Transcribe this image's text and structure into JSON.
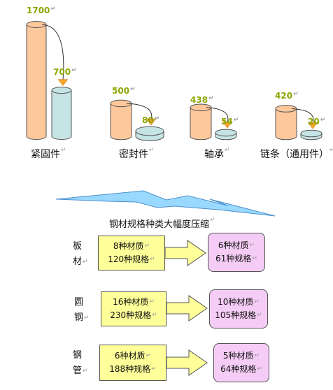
{
  "chart_data": {
    "type": "bar",
    "categories": [
      "紧固件",
      "密封件",
      "轴承",
      "链条（通用件）"
    ],
    "series": [
      {
        "values": [
          1700,
          500,
          438,
          420
        ]
      },
      {
        "values": [
          700,
          80,
          54,
          20
        ]
      }
    ],
    "colors": {
      "before": "#fdc89b",
      "after": "#c6e4e5",
      "arrowhead": "#f7a52b",
      "number": "#8aa800"
    }
  },
  "banner": {
    "text": "钢材规格种类大幅度压缩"
  },
  "rows": [
    {
      "label_line1": "板",
      "label_line2": "材",
      "from_line1": "8种材质",
      "from_line2": "120种规格",
      "to_line1": "6种材质",
      "to_line2": "61种规格"
    },
    {
      "label_line1": "圆",
      "label_line2": "钢",
      "from_line1": "16种材质",
      "from_line2": "230种规格",
      "to_line1": "10种材质",
      "to_line2": "105种规格"
    },
    {
      "label_line1": "钢",
      "label_line2": "管",
      "from_line1": "6种材质",
      "from_line2": "188种规格",
      "to_line1": "5种材质",
      "to_line2": "64种规格"
    }
  ],
  "colors": {
    "yellow_box": "#ffff99",
    "pink_box": "#f5ccf5",
    "lightning": "#99d9ff"
  }
}
